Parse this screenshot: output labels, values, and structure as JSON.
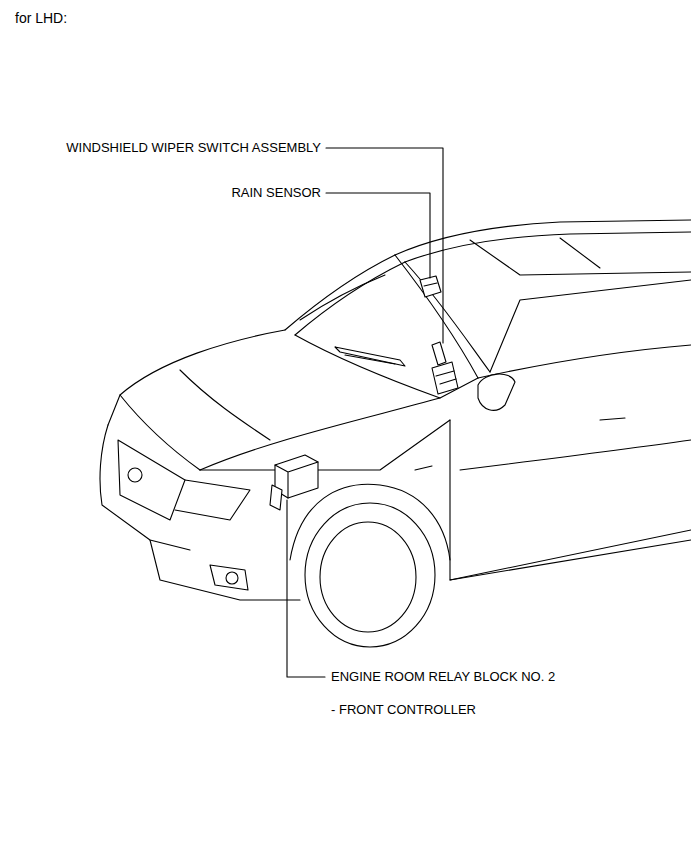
{
  "diagram": {
    "title": "for LHD:",
    "labels": [
      "WINDSHIELD WIPER SWITCH ASSEMBLY",
      "RAIN SENSOR",
      "ENGINE ROOM RELAY BLOCK NO. 2",
      "- FRONT CONTROLLER"
    ]
  }
}
